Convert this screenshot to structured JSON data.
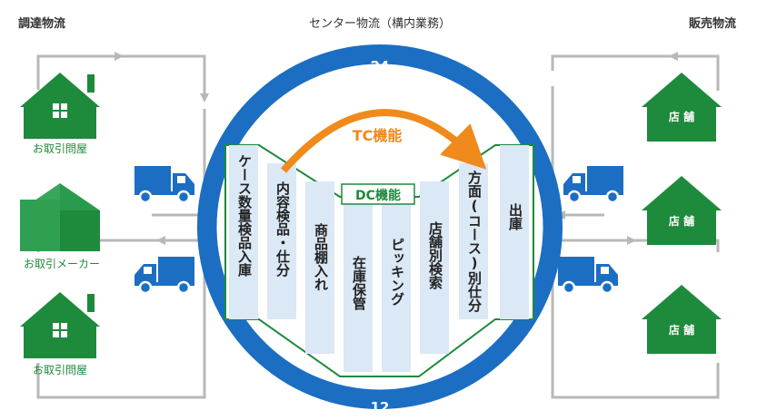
{
  "headers": {
    "procurement": "調達物流",
    "center": "センター物流（構内業務）",
    "sales": "販売物流"
  },
  "clock": {
    "top": "24",
    "bottom": "12"
  },
  "labels": {
    "tc": "TC機能",
    "dc": "DC機能"
  },
  "suppliers": [
    {
      "label": "お取引問屋",
      "icon": "warehouse-icon"
    },
    {
      "label": "お取引メーカー",
      "icon": "factory-icon"
    },
    {
      "label": "お取引問屋",
      "icon": "warehouse-icon"
    }
  ],
  "stores": [
    {
      "label": "店 舗"
    },
    {
      "label": "店 舗"
    },
    {
      "label": "店 舗"
    }
  ],
  "steps": [
    "ケース数量検品入庫",
    "内容検品・仕分",
    "商品棚入れ",
    "在庫保管",
    "ピッキング",
    "店舗別検索",
    "方面(コース)別仕分",
    "出庫"
  ],
  "colors": {
    "green": "#1e8a3c",
    "blue": "#1b6ec2",
    "orange": "#f08a1c",
    "panel": "#dbe8f6",
    "gray": "#b8b8b8"
  }
}
